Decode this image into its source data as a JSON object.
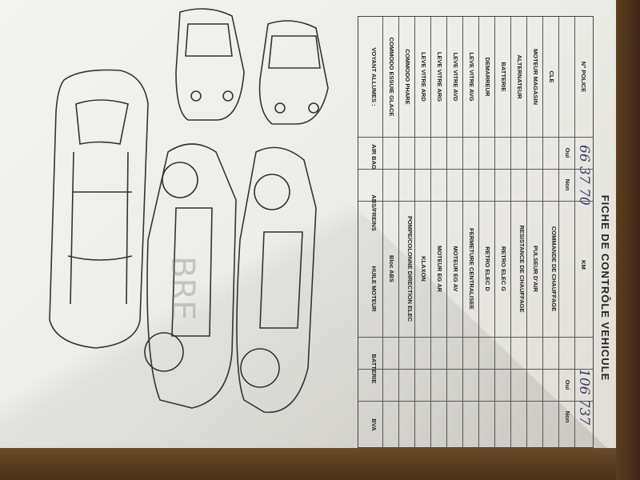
{
  "form": {
    "title": "FICHE DE CONTRÔLE VEHICULE",
    "police_label": "N° POLICE",
    "police_value": "66 37 70",
    "km_label": "KM",
    "km_value": "106 737",
    "oui": "Oui",
    "non": "Non",
    "left_items": [
      "CLE",
      "MOTEUR MAGASIN",
      "ALTERNATEUR",
      "BATTERIE",
      "DEMARREUR",
      "LEVE VITRE AVG",
      "LEVE VITRE AVD",
      "LEVE VITRE ARG",
      "LEVE VITRE ARD",
      "COMMODO PHARE",
      "COMMODO ESSUIE GLACE"
    ],
    "right_items": [
      "COMMANDE DE CHAUFFAGE",
      "PULSEUR D'AIR",
      "RESISTANCE DE CHAUFFAGE",
      "RETRO ELEC G",
      "RETRO ELEC D",
      "FERMETURE CENTRALISEE",
      "MOTEUR EG AV",
      "MOTEUR EG AR",
      "KLAXON",
      "POMPE/COLONNE DIRECTION ELEC",
      "Bloc ABS"
    ],
    "voyant_label": "VOYANT ALLUMES :",
    "voyants": [
      "AIR BAG",
      "ABS/FREINS",
      "HUILE MOTEUR",
      "BATTERIE",
      "BVA"
    ],
    "stamp_text": "BRE"
  }
}
